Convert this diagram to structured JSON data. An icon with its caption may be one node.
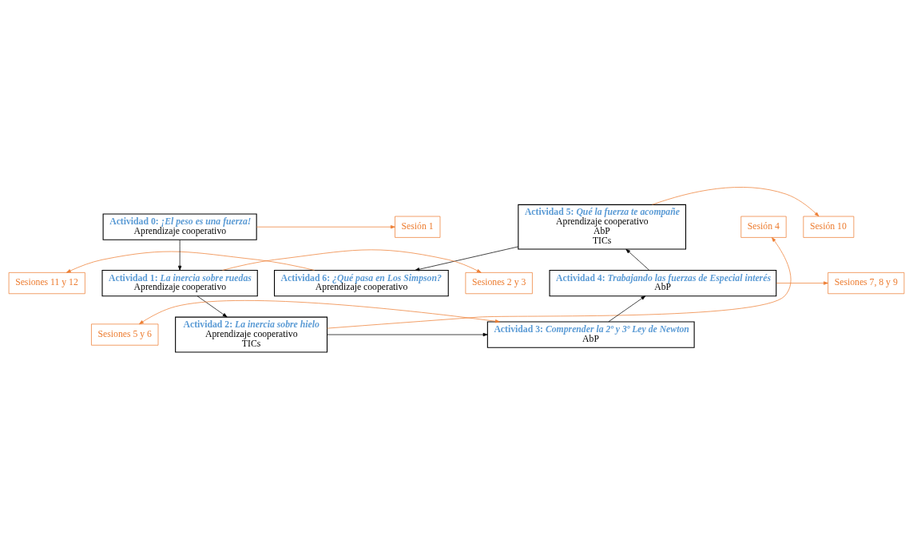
{
  "diagram": {
    "nodes": [
      {
        "text": [
          "Sesiones 11 y 12"
        ]
      },
      {
        "text": [
          "Actividad 6: *¿Qué pasa en Los Simpson?*",
          "Aprendizaje cooperativo"
        ]
      },
      {
        "text": [
          "Sesión 10"
        ]
      },
      {
        "text": [
          "Actividad 5: *Qué la fuerza te acompañe*",
          "Aprendizaje cooperativo",
          "AbP",
          "TICs"
        ]
      },
      {
        "text": [
          "Actividad 0: *¡El peso es una fuerza!*",
          "Aprendizaje cooperativo"
        ]
      },
      {
        "text": [
          "Sesión 1"
        ]
      },
      {
        "text": [
          "Actividad 1: *La inercia sobre ruedas*",
          "Aprendizaje cooperativo"
        ]
      },
      {
        "text": [
          "Sesiones 7, 8 y 9"
        ]
      },
      {
        "text": [
          "Actividad 4: *Trabajando las fuerzas de Especial interés*",
          "AbP"
        ]
      },
      {
        "text": [
          "Sesiones 2 y 3"
        ]
      },
      {
        "text": [
          "Sesiones 5 y 6"
        ]
      },
      {
        "text": [
          "Actividad 2: *La inercia sobre hielo*",
          "Aprendizaje cooperativo",
          "TICs"
        ]
      },
      {
        "text": [
          "Actividad 3: *Comprender la 2º y 3º Ley de Newton*",
          "AbP"
        ]
      },
      {
        "text": [
          "Sesión 4"
        ]
      }
    ],
    "edges": [
      {
        "from": 4,
        "to": 6,
        "arrow": "to",
        "color": "#000000"
      },
      {
        "from": 6,
        "to": 11,
        "arrow": "to",
        "color": "#000000"
      },
      {
        "from": 11,
        "to": 12,
        "arrow": "to",
        "color": "#000000"
      },
      {
        "from": 12,
        "to": 8,
        "arrow": "to",
        "color": "#000000"
      },
      {
        "from": 8,
        "to": 3,
        "arrow": "to",
        "color": "#000000"
      },
      {
        "from": 3,
        "to": 1,
        "arrow": "to",
        "color": "#000000"
      },
      {
        "from": 1,
        "to": 0,
        "arrow": "to"
      },
      {
        "from": 3,
        "to": 2,
        "arrow": "to"
      },
      {
        "from": 4,
        "to": 5,
        "arrow": "to"
      },
      {
        "from": 6,
        "to": 9,
        "arrow": "to"
      },
      {
        "from": 8,
        "to": 7,
        "arrow": "to"
      },
      {
        "from": 12,
        "to": 10,
        "arrow": "both"
      },
      {
        "from": 11,
        "to": 13,
        "arrow": "to"
      }
    ]
  }
}
